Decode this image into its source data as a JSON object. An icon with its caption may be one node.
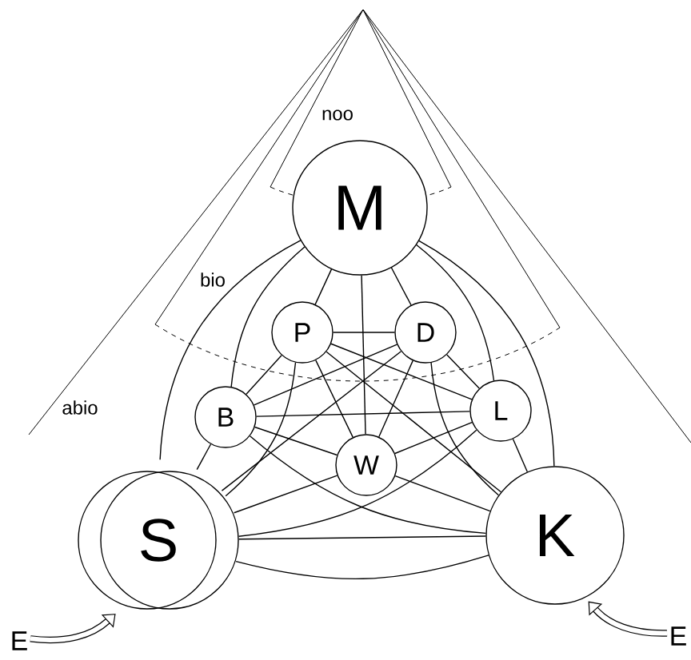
{
  "diagram": {
    "nodes": [
      {
        "text": [
          "M"
        ]
      },
      {
        "text": [
          "P"
        ]
      },
      {
        "text": [
          "D"
        ]
      },
      {
        "text": [
          "B"
        ]
      },
      {
        "text": [
          "L"
        ]
      },
      {
        "text": [
          "W"
        ]
      },
      {
        "text": [
          "S"
        ]
      },
      {
        "text": [
          "K"
        ]
      },
      {
        "text": [
          "E"
        ]
      },
      {
        "text": [
          "E"
        ]
      }
    ],
    "edges": [
      {
        "from": 0,
        "to": 1,
        "arrow": "none"
      },
      {
        "from": 0,
        "to": 2,
        "arrow": "none"
      },
      {
        "from": 0,
        "to": 3,
        "arrow": "none"
      },
      {
        "from": 0,
        "to": 4,
        "arrow": "none"
      },
      {
        "from": 0,
        "to": 5,
        "arrow": "none"
      },
      {
        "from": 0,
        "to": 6,
        "arrow": "none"
      },
      {
        "from": 0,
        "to": 7,
        "arrow": "none"
      },
      {
        "from": 1,
        "to": 2,
        "arrow": "none"
      },
      {
        "from": 1,
        "to": 3,
        "arrow": "none"
      },
      {
        "from": 1,
        "to": 4,
        "arrow": "none"
      },
      {
        "from": 1,
        "to": 5,
        "arrow": "none"
      },
      {
        "from": 1,
        "to": 6,
        "arrow": "none"
      },
      {
        "from": 1,
        "to": 7,
        "arrow": "none"
      },
      {
        "from": 2,
        "to": 3,
        "arrow": "none"
      },
      {
        "from": 2,
        "to": 4,
        "arrow": "none"
      },
      {
        "from": 2,
        "to": 5,
        "arrow": "none"
      },
      {
        "from": 2,
        "to": 6,
        "arrow": "none"
      },
      {
        "from": 2,
        "to": 7,
        "arrow": "none"
      },
      {
        "from": 3,
        "to": 4,
        "arrow": "none"
      },
      {
        "from": 3,
        "to": 5,
        "arrow": "none"
      },
      {
        "from": 3,
        "to": 6,
        "arrow": "none"
      },
      {
        "from": 3,
        "to": 7,
        "arrow": "none"
      },
      {
        "from": 4,
        "to": 5,
        "arrow": "none"
      },
      {
        "from": 4,
        "to": 6,
        "arrow": "none"
      },
      {
        "from": 4,
        "to": 7,
        "arrow": "none"
      },
      {
        "from": 5,
        "to": 6,
        "arrow": "none"
      },
      {
        "from": 5,
        "to": 7,
        "arrow": "none"
      },
      {
        "from": 6,
        "to": 7,
        "arrow": "none"
      },
      {
        "from": 6,
        "to": 7,
        "arrow": "none"
      },
      {
        "from": 8,
        "to": 6,
        "arrow": "to",
        "style": "thick"
      },
      {
        "from": 9,
        "to": 7,
        "arrow": "to",
        "style": "thick"
      }
    ],
    "labels": [
      "noo",
      "bio",
      "abio"
    ]
  }
}
